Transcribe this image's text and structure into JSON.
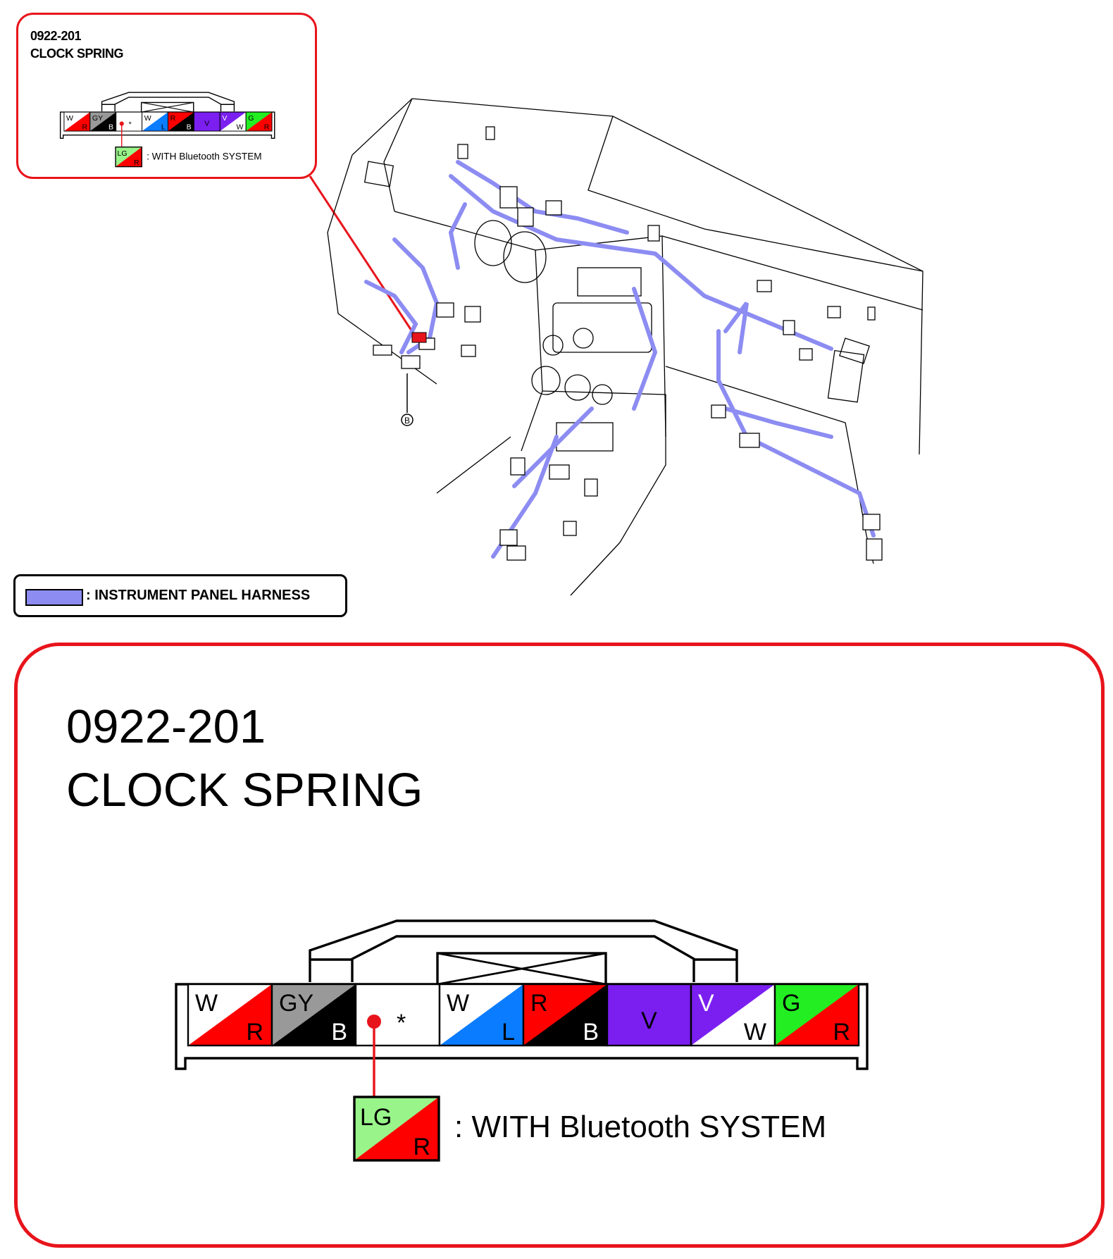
{
  "connector": {
    "code": "0922-201",
    "name": "CLOCK SPRING"
  },
  "pins": [
    {
      "top": "W",
      "bottom": "R",
      "top_color": "#ffffff",
      "bottom_color": "#ff0000"
    },
    {
      "top": "GY",
      "bottom": "B",
      "top_color": "#999999",
      "bottom_color": "#000000"
    },
    {
      "top": "*",
      "bottom": "",
      "top_color": "#ffffff",
      "bottom_color": "#ffffff"
    },
    {
      "top": "W",
      "bottom": "L",
      "top_color": "#ffffff",
      "bottom_color": "#0a7cff"
    },
    {
      "top": "R",
      "bottom": "B",
      "top_color": "#ff0000",
      "bottom_color": "#000000"
    },
    {
      "top": "",
      "bottom": "V",
      "top_color": "#7a1ff0",
      "bottom_color": "#7a1ff0"
    },
    {
      "top": "V",
      "bottom": "W",
      "top_color": "#7a1ff0",
      "bottom_color": "#ffffff"
    },
    {
      "top": "G",
      "bottom": "R",
      "top_color": "#22ee22",
      "bottom_color": "#ff0000"
    }
  ],
  "option": {
    "top": "LG",
    "bottom": "R",
    "top_color": "#99f58a",
    "bottom_color": "#ff0000",
    "label": ": WITH Bluetooth SYSTEM"
  },
  "harness_legend": {
    "label": ": INSTRUMENT PANEL HARNESS",
    "color": "#8c8cf2"
  },
  "location_marker": "B",
  "colors": {
    "callout_border": "#e8141b",
    "harness": "#8c8cf2"
  }
}
